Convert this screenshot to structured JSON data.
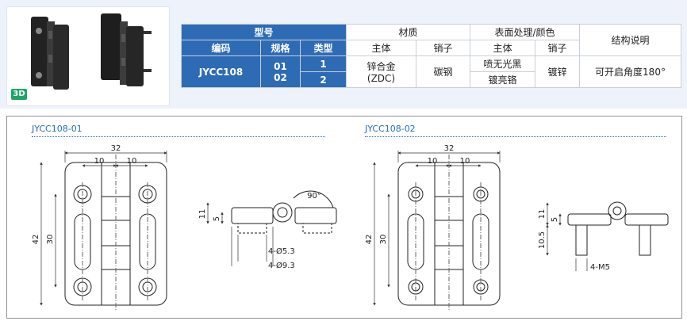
{
  "table": {
    "header_model": "型号",
    "header_material": "材质",
    "header_surface": "表面处理/颜色",
    "header_structure": "结构说明",
    "sub_code": "编码",
    "sub_spec": "规格",
    "sub_type": "类型",
    "sub_body": "主体",
    "sub_pin": "销子",
    "sub_body2": "主体",
    "sub_pin2": "销子",
    "code": "JYCC108",
    "spec1": "01",
    "spec2": "02",
    "type1": "1",
    "type2": "2",
    "material_body_line1": "锌合金",
    "material_body_line2": "(ZDC)",
    "material_pin": "碳钢",
    "surface_body1": "喷无光黑",
    "surface_body2": "镀亮铬",
    "surface_pin": "镀锌",
    "structure": "可开启角度180°"
  },
  "badge": "3D",
  "drawing1": {
    "label": "JYCC108-01",
    "dim_width": "32",
    "dim_left": "10",
    "dim_right": "10",
    "dim_height": "42",
    "dim_inner": "30",
    "side_h1": "11",
    "side_h2": "5",
    "angle": "90°",
    "hole1": "4-Ø5.3",
    "hole2": "4-Ø9.3"
  },
  "drawing2": {
    "label": "JYCC108-02",
    "dim_width": "32",
    "dim_left": "10",
    "dim_right": "10",
    "dim_height": "42",
    "dim_inner": "30",
    "side_h1": "11",
    "side_h2": "5",
    "side_h3": "10.5",
    "thread": "4-M5"
  },
  "colors": {
    "header_blue": "#2e6bb5",
    "label_blue": "#2a6bb8",
    "badge_green": "#1fa46a",
    "panel_bg": "#eef3fb"
  }
}
